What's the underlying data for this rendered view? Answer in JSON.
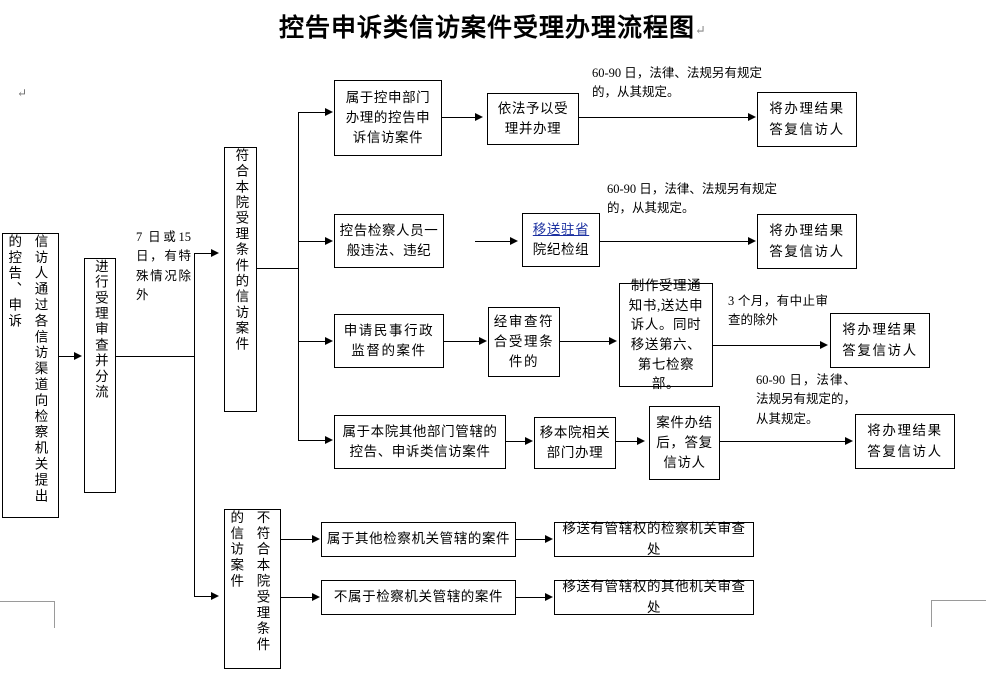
{
  "document": {
    "title": "控告申诉类信访案件受理办理流程图",
    "pilcrow": "↵"
  },
  "nodes": {
    "intake": "信访人通过各信访渠道向检察机关提出的控告、申诉",
    "review": "进行受理审查并分流",
    "eligible": "符合本院受理条件的信访案件",
    "ineligible": "不符合本院受理条件的信访案件",
    "row1_cat": "属于控申部门办理的控告申诉信访案件",
    "row1_act": "依法予以受理并办理",
    "row1_end": "将办理结果答复信访人",
    "row2_cat": "控告检察人员一般违法、违纪",
    "row2_act_line1": "移送驻省",
    "row2_act_line2": "院纪检组",
    "row2_end": "将办理结果答复信访人",
    "row3_cat": "申请民事行政监督的案件",
    "row3_act": "经审查符合受理条件的",
    "row3_notice": "制作受理通知书,送达申诉人。同时移送第六、第七检察部。",
    "row3_end": "将办理结果答复信访人",
    "row4_cat": "属于本院其他部门管辖的控告、申诉类信访案件",
    "row4_act": "移本院相关部门办理",
    "row4_mid": "案件办结后，答复信访人",
    "row4_end": "将办理结果答复信访人",
    "row5_cat": "属于其他检察机关管辖的案件",
    "row5_act": "移送有管辖权的检察机关审查处",
    "row6_cat": "不属于检察机关管辖的案件",
    "row6_act": "移送有管辖权的其他机关审查处"
  },
  "edge_labels": {
    "intake_to_eligible": "7 日或15 日，有特殊情况除外",
    "row1_duration": "60-90 日，法律、法规另有规定的，从其规定。",
    "row2_duration": "60-90 日，法律、法规另有规定的，从其规定。",
    "row3_duration": "3 个月，有中止审查的除外",
    "row4_duration": "60-90 日，法律、法规另有规定的，从其规定。"
  },
  "colors": {
    "stroke": "#000000",
    "background": "#ffffff",
    "link": "#1a2fa0",
    "crop_mark": "#9a9a9a",
    "pilcrow": "#6f6f6f"
  }
}
